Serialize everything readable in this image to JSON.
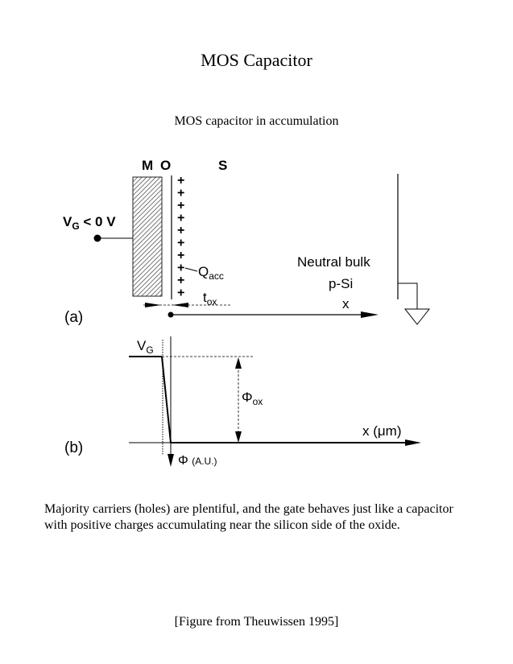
{
  "page": {
    "title": "MOS Capacitor",
    "subtitle": "MOS capacitor in accumulation",
    "description": "Majority carriers (holes) are plentiful, and the gate behaves just like a capacitor with positive charges accumulating near the silicon side of the oxide.",
    "caption": "[Figure from Theuwissen 1995]"
  },
  "figure_a": {
    "panel_label": "(a)",
    "label_m": "M",
    "label_o": "O",
    "label_s": "S",
    "gate_voltage": "V",
    "gate_voltage_sub": "G",
    "gate_voltage_rest": " < 0 V",
    "charge_symbol": "+",
    "charge_label": "Q",
    "charge_label_sub": "acc",
    "thickness_label": "t",
    "thickness_label_sub": "ox",
    "bulk_label": "Neutral bulk",
    "material_label": "p-Si",
    "axis_label": "x"
  },
  "figure_b": {
    "panel_label": "(b)",
    "vg_label": "V",
    "vg_label_sub": "G",
    "phi_ox_label": "Φ",
    "phi_ox_label_sub": "ox",
    "x_axis_label": "x (μm)",
    "y_axis_label": "Φ",
    "y_axis_unit": "(A.U.)"
  }
}
